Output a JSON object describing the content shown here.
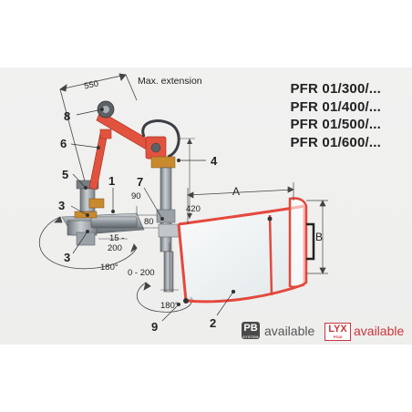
{
  "models": [
    "PFR 01/300/...",
    "PFR 01/400/...",
    "PFR 01/500/...",
    "PFR 01/600/..."
  ],
  "labels": {
    "max_extension": "Max. extension",
    "dim_550": "550",
    "dim_a": "A",
    "dim_b": "B",
    "dim_420": "420",
    "dim_90": "90",
    "dim_80": "80",
    "dim_15_200": "15 -",
    "dim_200": "200",
    "dim_0_200": "0 - 200",
    "angle_base": "180°",
    "angle_guard": "180°"
  },
  "callouts": [
    "1",
    "2",
    "3",
    "3",
    "4",
    "5",
    "6",
    "7",
    "8",
    "9"
  ],
  "availability": {
    "pb_badge": "PB",
    "pb_sub": "SYSTEM",
    "pb_text": "available",
    "lyx_badge": "LYX",
    "lyx_sub": "PS18",
    "lyx_text": "available"
  },
  "colors": {
    "arm_red": "#e2533f",
    "guard_red": "#e4493d",
    "steel": "#8f979e",
    "brass": "#c98a2e",
    "text_dark": "#222222",
    "lyx_red": "#c9353a"
  }
}
